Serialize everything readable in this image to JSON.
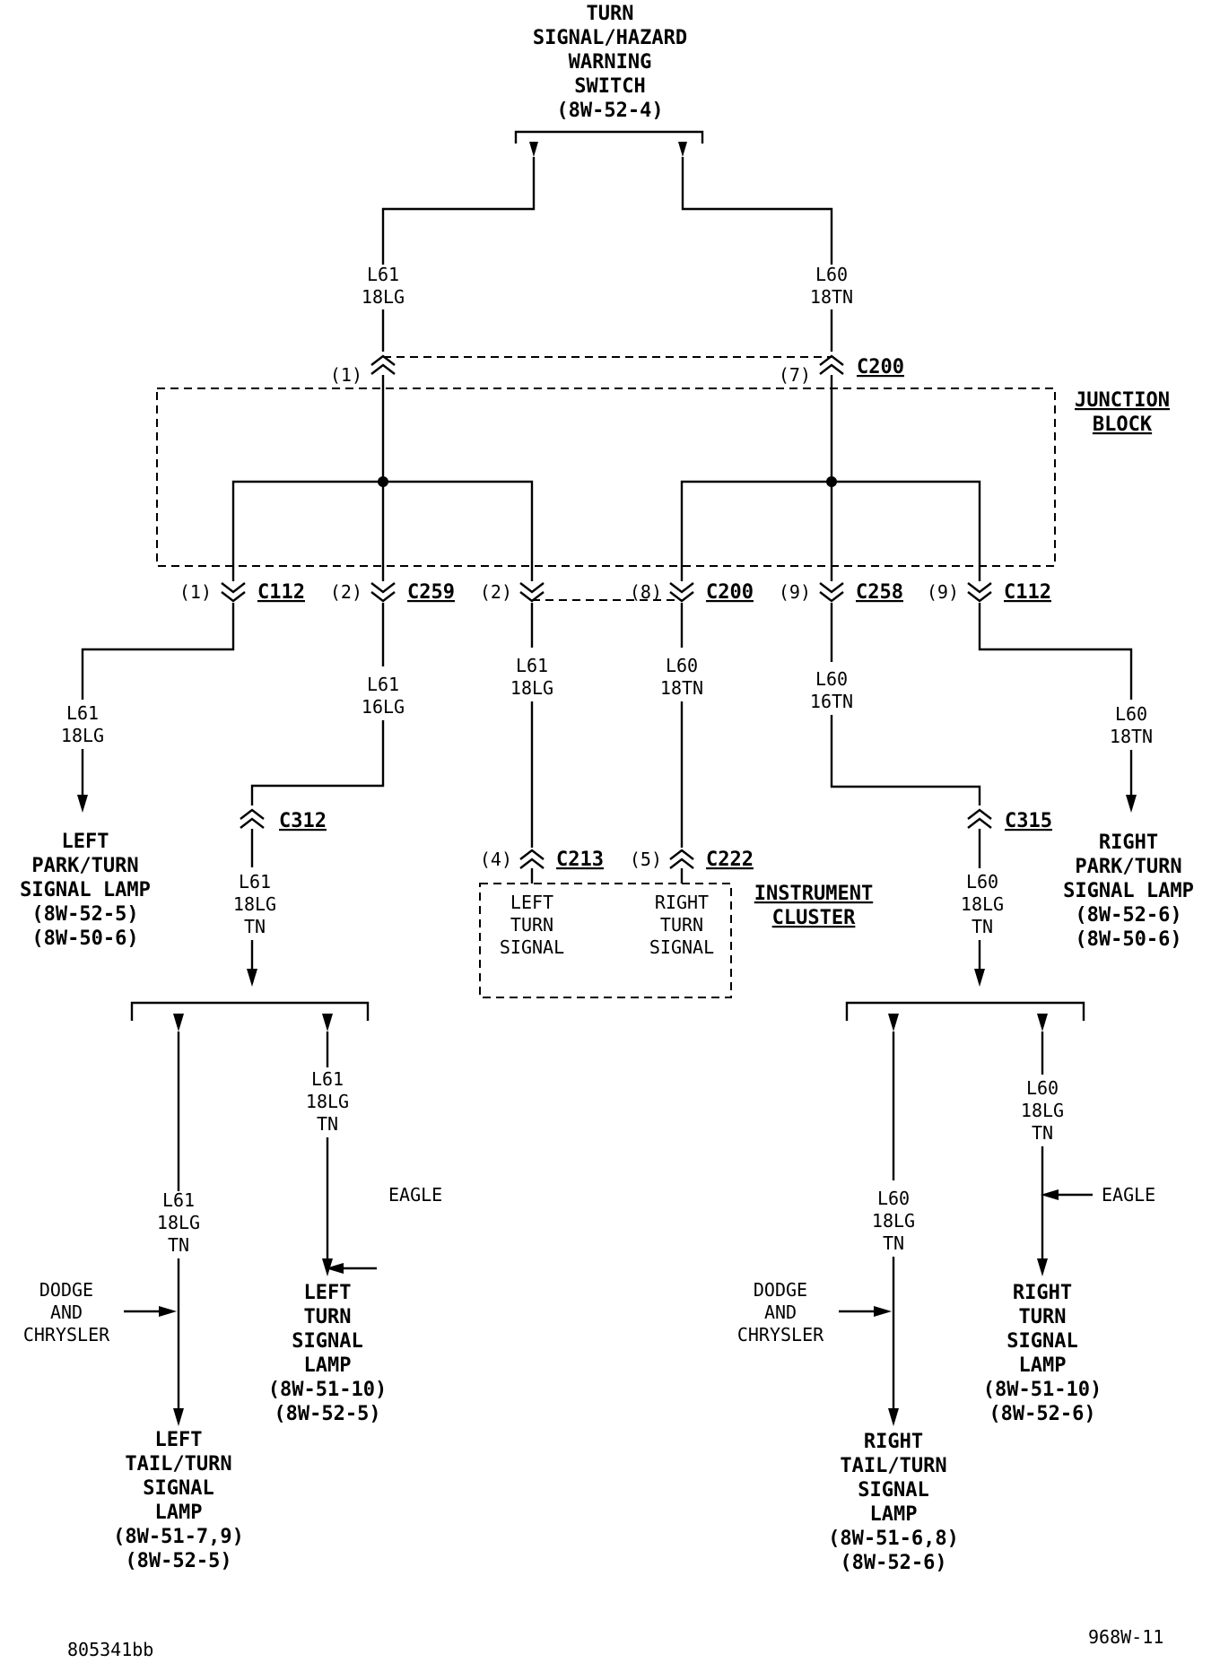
{
  "switch": {
    "lines": [
      "TURN",
      "SIGNAL/HAZARD",
      "WARNING",
      "SWITCH",
      "(8W-52-4)"
    ]
  },
  "top_wires": {
    "left": {
      "circuit": "L61",
      "gauge": "18LG"
    },
    "right": {
      "circuit": "L60",
      "gauge": "18TN"
    }
  },
  "junction_block": {
    "lines": [
      "JUNCTION",
      "BLOCK"
    ]
  },
  "connectors": {
    "c200_top": {
      "pin_left": "(1)",
      "pin_right": "(7)",
      "name": "C200"
    },
    "c112_left": {
      "pin": "(1)",
      "name": "C112"
    },
    "c259": {
      "pin": "(2)",
      "name": "C259"
    },
    "c200_bottom": {
      "pin_left": "(2)",
      "pin_right": "(8)",
      "name": "C200"
    },
    "c258": {
      "pin": "(9)",
      "name": "C258"
    },
    "c112_right": {
      "pin": "(9)",
      "name": "C112"
    },
    "c312": {
      "name": "C312"
    },
    "c315": {
      "name": "C315"
    },
    "c213": {
      "pin": "(4)",
      "name": "C213"
    },
    "c222": {
      "pin": "(5)",
      "name": "C222"
    }
  },
  "wires": {
    "w_left_park": [
      "L61",
      "18LG"
    ],
    "w_c259": [
      "L61",
      "16LG"
    ],
    "w_left_cluster": [
      "L61",
      "18LG"
    ],
    "w_right_cluster": [
      "L60",
      "18TN"
    ],
    "w_c258": [
      "L60",
      "16TN"
    ],
    "w_right_park": [
      "L60",
      "18TN"
    ],
    "w_c312": [
      "L61",
      "18LG",
      "TN"
    ],
    "w_c315": [
      "L60",
      "18LG",
      "TN"
    ],
    "w_left_turn": [
      "L61",
      "18LG",
      "TN"
    ],
    "w_left_tail": [
      "L61",
      "18LG",
      "TN"
    ],
    "w_right_tail": [
      "L60",
      "18LG",
      "TN"
    ],
    "w_right_turn": [
      "L60",
      "18LG",
      "TN"
    ]
  },
  "components": {
    "left_park": [
      "LEFT",
      "PARK/TURN",
      "SIGNAL LAMP",
      "(8W-52-5)",
      "(8W-50-6)"
    ],
    "right_park": [
      "RIGHT",
      "PARK/TURN",
      "SIGNAL LAMP",
      "(8W-52-6)",
      "(8W-50-6)"
    ],
    "instrument_cluster": [
      "INSTRUMENT",
      "CLUSTER"
    ],
    "left_turn_signal": [
      "LEFT",
      "TURN",
      "SIGNAL"
    ],
    "right_turn_signal": [
      "RIGHT",
      "TURN",
      "SIGNAL"
    ],
    "left_turn_lamp": [
      "LEFT",
      "TURN",
      "SIGNAL",
      "LAMP",
      "(8W-51-10)",
      "(8W-52-5)"
    ],
    "left_tail_lamp": [
      "LEFT",
      "TAIL/TURN",
      "SIGNAL",
      "LAMP",
      "(8W-51-7,9)",
      "(8W-52-5)"
    ],
    "right_turn_lamp": [
      "RIGHT",
      "TURN",
      "SIGNAL",
      "LAMP",
      "(8W-51-10)",
      "(8W-52-6)"
    ],
    "right_tail_lamp": [
      "RIGHT",
      "TAIL/TURN",
      "SIGNAL",
      "LAMP",
      "(8W-51-6,8)",
      "(8W-52-6)"
    ]
  },
  "notes": {
    "eagle_left": "EAGLE",
    "eagle_right": "EAGLE",
    "dodge_left": [
      "DODGE",
      "AND",
      "CHRYSLER"
    ],
    "dodge_right": [
      "DODGE",
      "AND",
      "CHRYSLER"
    ]
  },
  "footer": {
    "left_id": "805341bb",
    "right_id": "968W-11"
  }
}
